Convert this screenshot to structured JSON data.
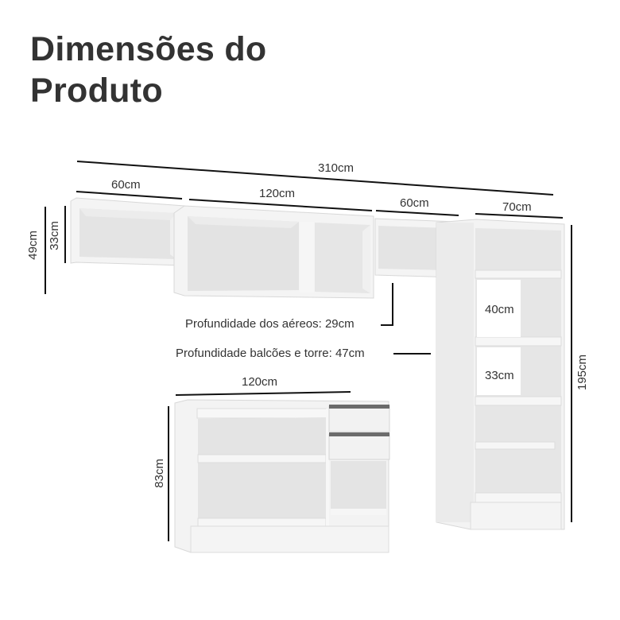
{
  "title": {
    "line1": "Dimensões do",
    "line2": "Produto"
  },
  "dimensions": {
    "total_width": "310cm",
    "upper_left_width": "60cm",
    "upper_center_width": "120cm",
    "upper_right_width": "60cm",
    "tower_width": "70cm",
    "upper_total_height": "49cm",
    "upper_cabinet_height": "33cm",
    "tower_shelf_gap_top": "40cm",
    "tower_shelf_gap_bottom": "33cm",
    "tower_height": "195cm",
    "base_width": "120cm",
    "base_height": "83cm"
  },
  "notes": {
    "upper_depth": "Profundidade dos aéreos: 29cm",
    "base_depth": "Profundidade balcões e torre: 47cm"
  },
  "colors": {
    "title": "#333333",
    "cabinet": "#f2f2f2",
    "cabinet_shade": "#e2e2e2",
    "cabinet_edge": "#d0d0d0",
    "handle": "#6b6b6b",
    "dimension_line": "#111111"
  }
}
